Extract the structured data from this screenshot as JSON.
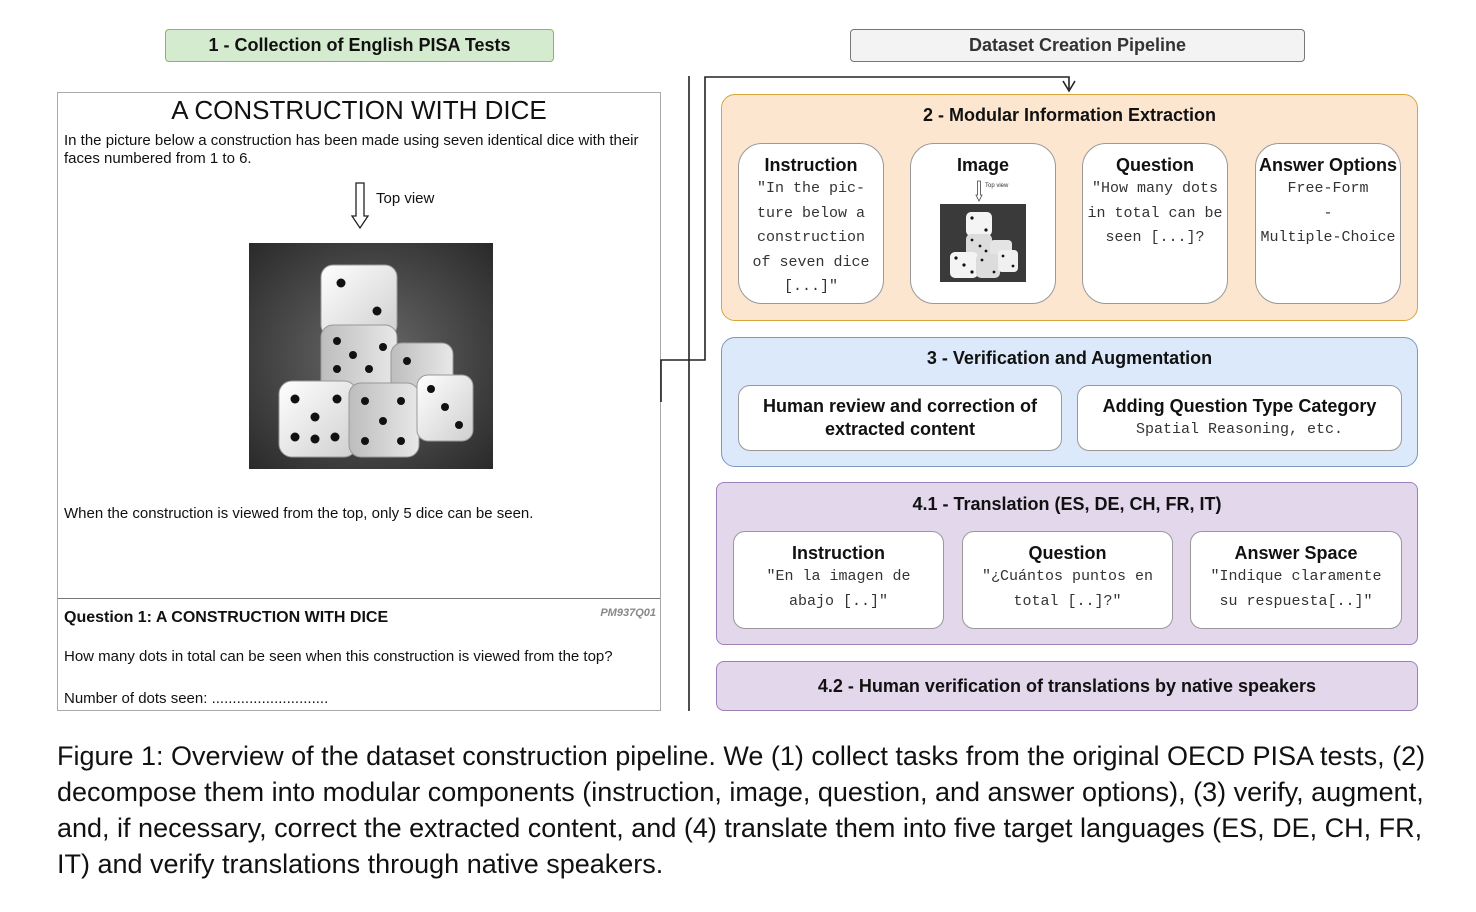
{
  "left_panel": {
    "tag": "1 - Collection of English PISA Tests",
    "page": {
      "title": "A CONSTRUCTION WITH DICE",
      "intro": "In the picture below a construction has been made using seven identical dice with their faces numbered from 1 to 6.",
      "top_view_label": "Top view",
      "note": "When the construction is viewed from the top, only 5 dice can be seen.",
      "question_title": "Question 1: A CONSTRUCTION WITH DICE",
      "question_code": "PM937Q01",
      "question_text": "How many dots in total can be seen when this construction is viewed from the top?",
      "answer_line": "Number of dots seen: ............................"
    }
  },
  "pipeline": {
    "tag": "Dataset Creation Pipeline",
    "stage2": {
      "title": "2 - Modular Information Extraction",
      "cards": [
        {
          "title": "Instruction",
          "body": "\"In the pic-ture below a construction of seven dice [...]\""
        },
        {
          "title": "Image",
          "mini_label": "Top view"
        },
        {
          "title": "Question",
          "body": "\"How many dots in total can be seen [...]?"
        },
        {
          "title": "Answer Options",
          "body_lines": [
            "Free-Form",
            "-",
            "Multiple-Choice"
          ]
        }
      ]
    },
    "stage3": {
      "title": "3 - Verification and Augmentation",
      "cards": [
        {
          "title": "Human review and correction of extracted content"
        },
        {
          "title": "Adding Question Type Category",
          "body": "Spatial Reasoning, etc."
        }
      ]
    },
    "stage41": {
      "title": "4.1 - Translation (ES, DE, CH, FR, IT)",
      "cards": [
        {
          "title": "Instruction",
          "body": "\"En la imagen de abajo [..]\""
        },
        {
          "title": "Question",
          "body": "\"¿Cuántos puntos en total [..]?\""
        },
        {
          "title": "Answer Space",
          "body": "\"Indique claramente su respuesta[..]\""
        }
      ]
    },
    "stage42": {
      "title": "4.2 - Human verification of translations by native speakers"
    }
  },
  "caption": "Figure 1: Overview of the dataset construction pipeline. We (1) collect tasks from the original OECD PISA tests, (2) decompose them into modular components (instruction, image, question, and answer options), (3) verify, augment, and, if necessary, correct the extracted content, and (4) translate them into five target languages (ES, DE, CH, FR, IT) and verify translations through native speakers.",
  "colors": {
    "collection_fill": "#d5ebcf",
    "collection_border": "#82b96a",
    "extraction_fill": "#fde6cf",
    "extraction_border": "#d7a63a",
    "verification_fill": "#dce9fa",
    "verification_border": "#7d98bf",
    "translation_fill": "#e3d7ec",
    "translation_border": "#a07fb7"
  }
}
